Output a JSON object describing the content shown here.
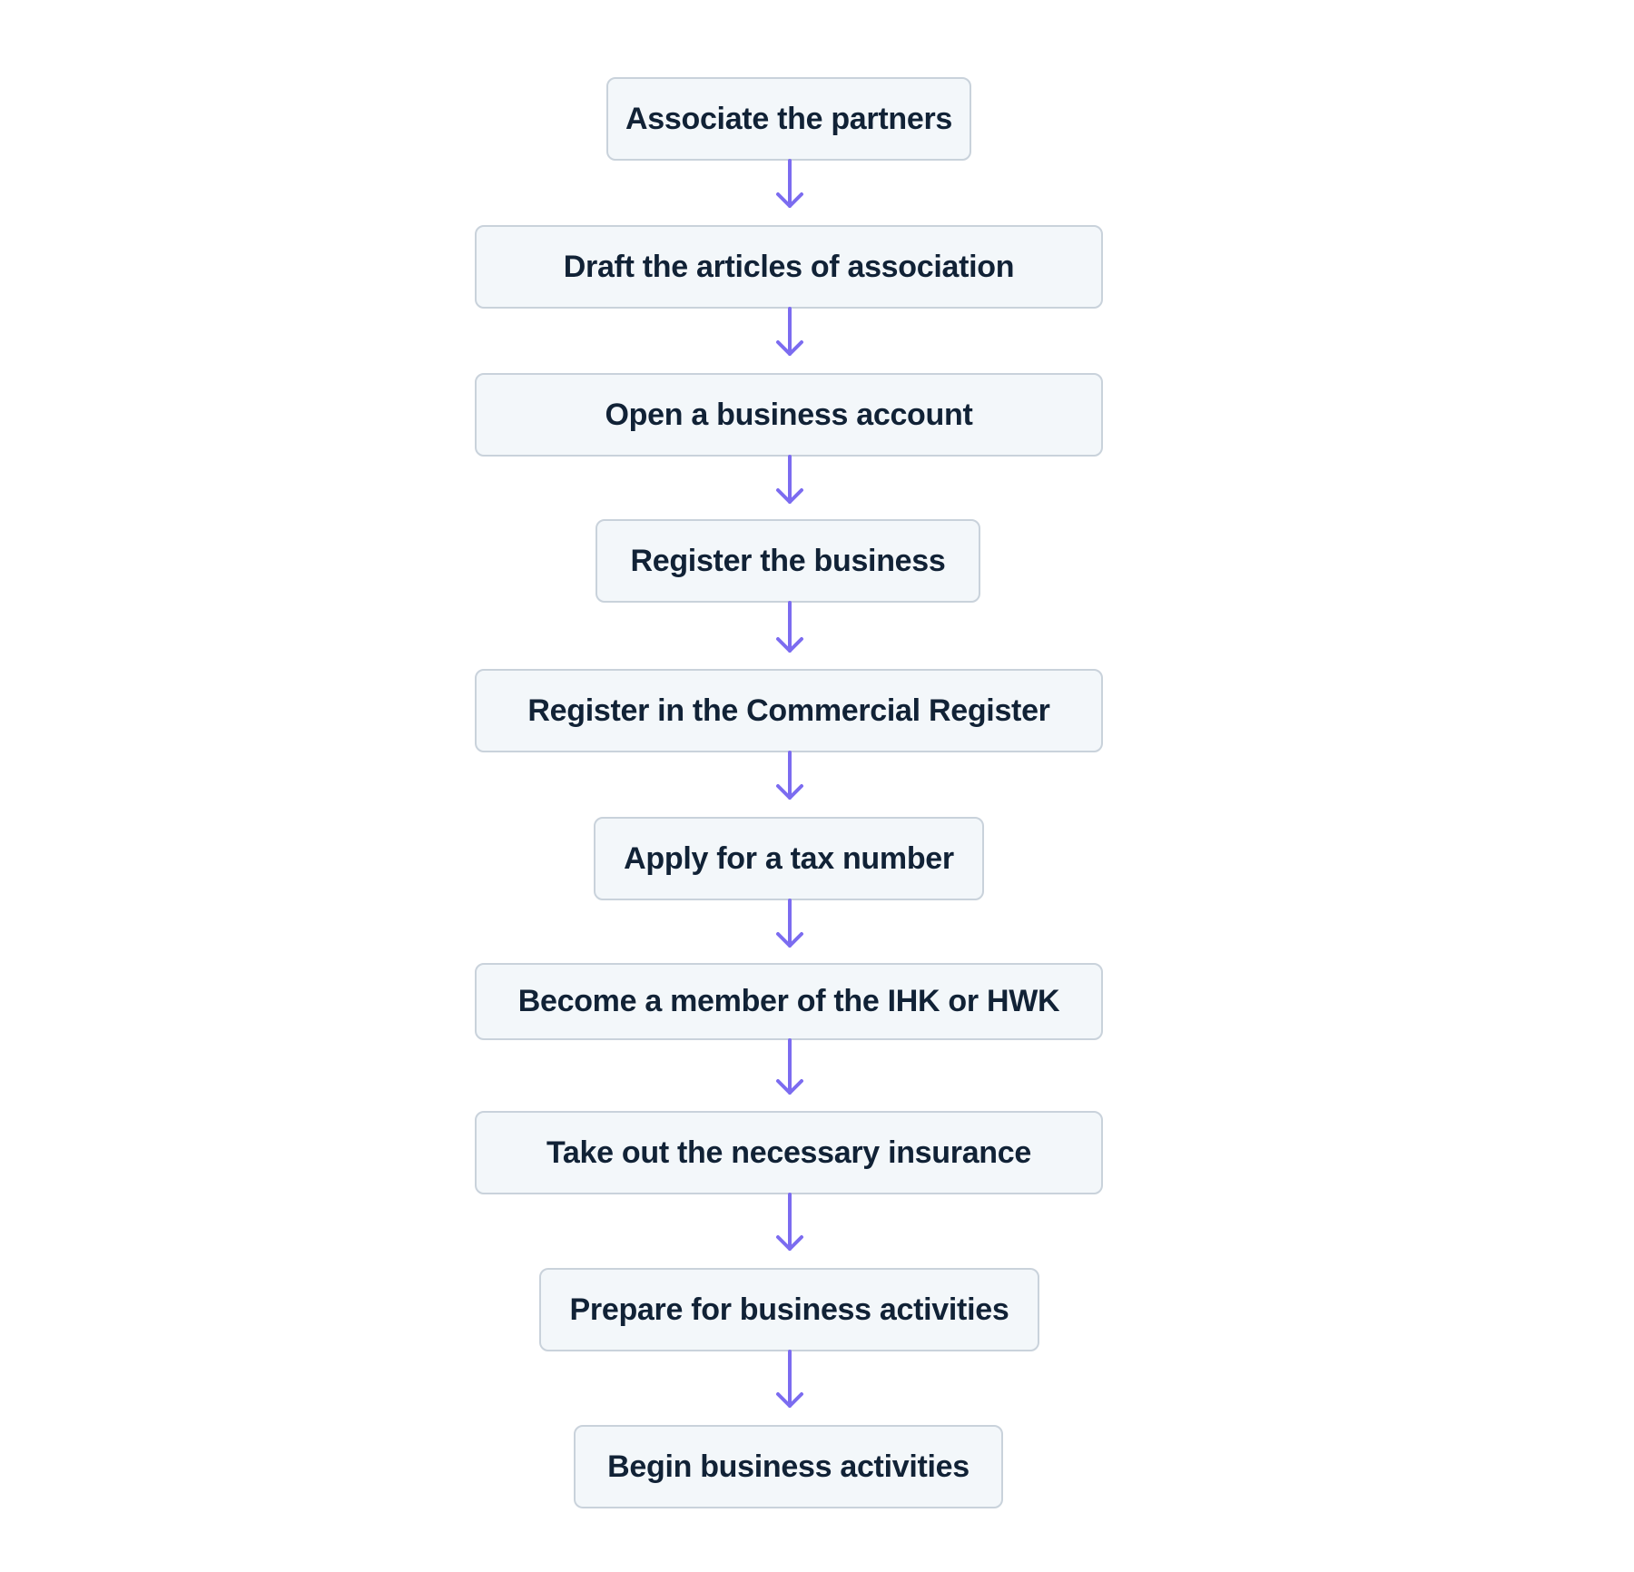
{
  "diagram": {
    "steps": [
      {
        "label": "Associate the partners"
      },
      {
        "label": "Draft the articles of association"
      },
      {
        "label": "Open a business account"
      },
      {
        "label": "Register the business"
      },
      {
        "label": "Register in the Commercial Register"
      },
      {
        "label": "Apply for a tax number"
      },
      {
        "label": "Become a member of the IHK or HWK"
      },
      {
        "label": "Take out the necessary insurance"
      },
      {
        "label": "Prepare for business activities"
      },
      {
        "label": "Begin business activities"
      }
    ],
    "colors": {
      "box_fill": "#f3f7fa",
      "box_border": "#c9d2db",
      "text": "#112236",
      "arrow": "#7c6cf0"
    }
  }
}
